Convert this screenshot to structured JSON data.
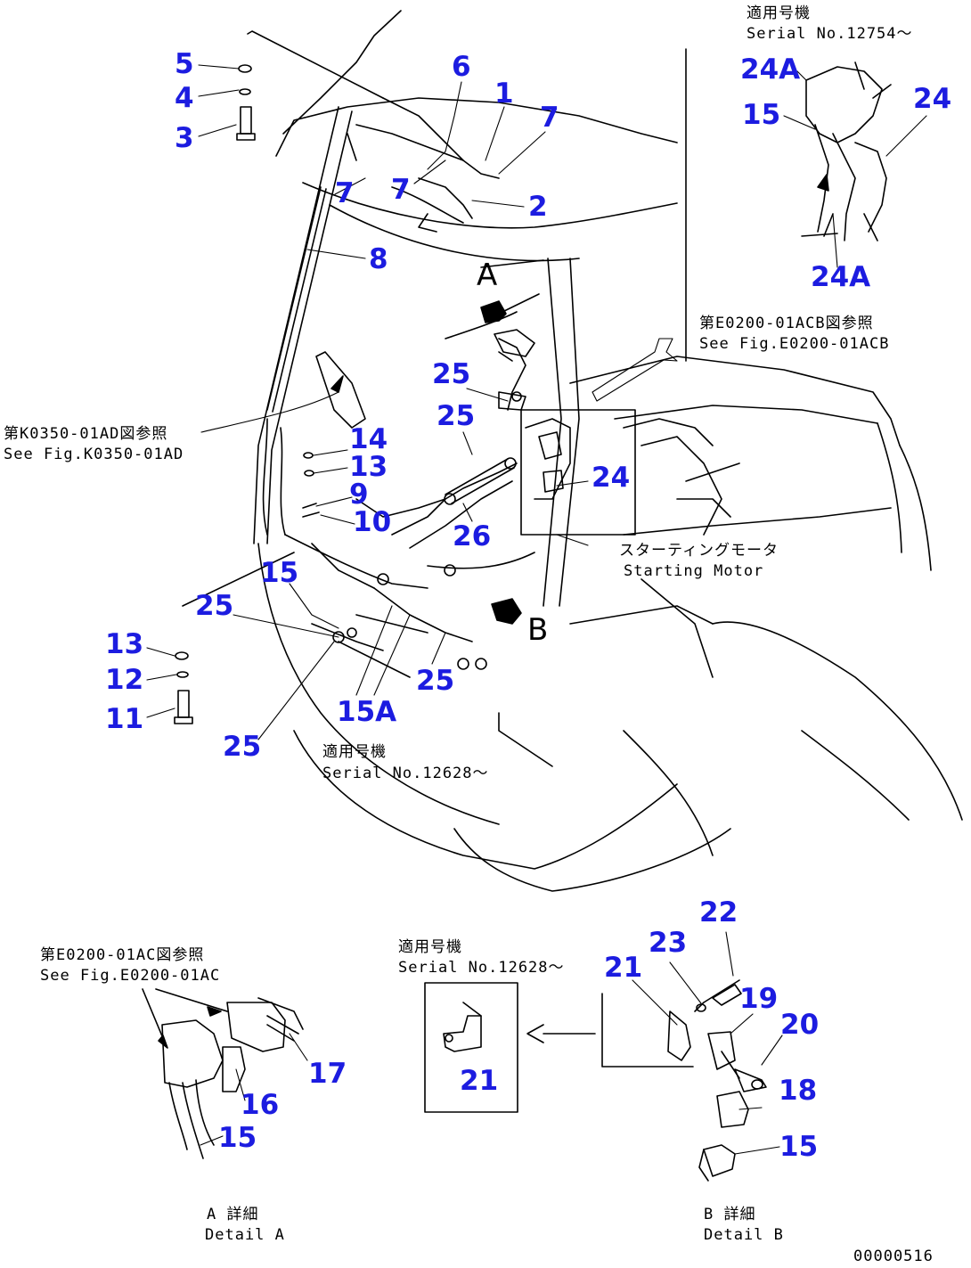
{
  "callouts": {
    "c5": "5",
    "c4": "4",
    "c3": "3",
    "c6": "6",
    "c1": "1",
    "c7a": "7",
    "c7b": "7",
    "c7c": "7",
    "c2": "2",
    "c8": "8",
    "c24a_top": "24A",
    "c15_top": "15",
    "c24_top": "24",
    "c24a_bot": "24A",
    "c25a": "25",
    "c25b": "25",
    "c14": "14",
    "c13a": "13",
    "c9": "9",
    "c10": "10",
    "c24_mid": "24",
    "c26": "26",
    "c15_mid": "15",
    "c25c": "25",
    "c13b": "13",
    "c12": "12",
    "c11": "11",
    "c25d": "25",
    "c15a": "15A",
    "c25e": "25",
    "c22": "22",
    "c23": "23",
    "c21a": "21",
    "c19": "19",
    "c20": "20",
    "c18": "18",
    "c15_b": "15",
    "c21b": "21",
    "c17": "17",
    "c16": "16",
    "c15_a": "15"
  },
  "notes": {
    "serial_top_jp": "適用号機",
    "serial_top_en": "Serial No.12754～",
    "ref_e0200_acb_jp": "第E0200-01ACB図参照",
    "ref_e0200_acb_en": "See Fig.E0200-01ACB",
    "ref_k0350_jp": "第K0350-01AD図参照",
    "ref_k0350_en": "See Fig.K0350-01AD",
    "starting_motor_jp": "スターティングモータ",
    "starting_motor_en": "Starting Motor",
    "serial_mid_jp": "適用号機",
    "serial_mid_en": "Serial No.12628～",
    "ref_e0200_ac_jp": "第E0200-01AC図参照",
    "ref_e0200_ac_en": "See Fig.E0200-01AC",
    "serial_inset_jp": "適用号機",
    "serial_inset_en": "Serial No.12628～",
    "detail_a_jp": "A 詳細",
    "detail_a_en": "Detail A",
    "detail_b_jp": "B 詳細",
    "detail_b_en": "Detail B",
    "drawing_no": "00000516"
  },
  "view_letters": {
    "a": "A",
    "b": "B"
  },
  "colors": {
    "callout": "#1c1ce0",
    "line": "#000000"
  }
}
